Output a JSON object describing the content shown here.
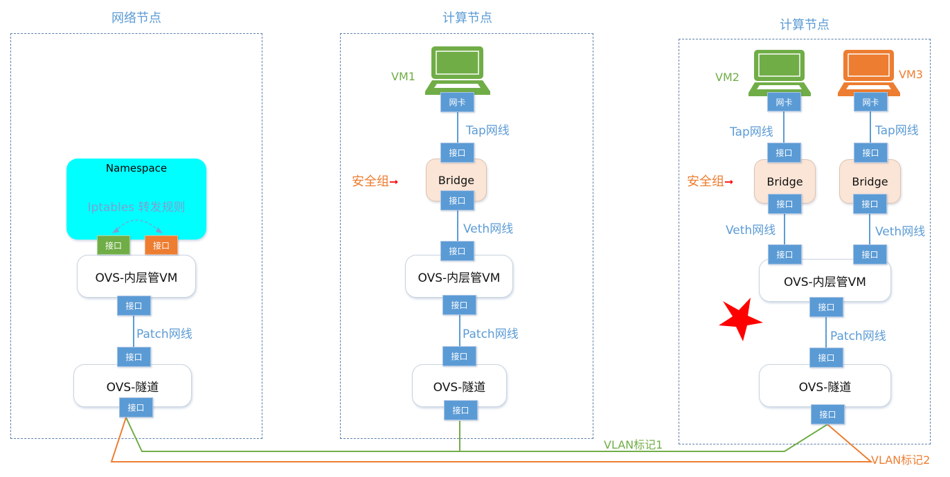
{
  "colors": {
    "accent_blue": "#5b9bd5",
    "green": "#70ad47",
    "orange": "#ed7d31",
    "namespace_fill": "#00ffff",
    "bridge_fill": "#fbe5d6",
    "arrow_red": "#ff0000",
    "star_red": "#ff0000"
  },
  "network_node": {
    "title": "网络节点",
    "namespace": {
      "title": "Namespace",
      "rule": "Iptables 转发规则",
      "iface_left": "接口",
      "iface_right": "接口"
    },
    "ovs_inner": {
      "label": "OVS-内层管VM",
      "iface_bottom": "接口"
    },
    "patch_label": "Patch网线",
    "ovs_tunnel": {
      "label": "OVS-隧道",
      "iface_top": "接口",
      "iface_bottom": "接口"
    }
  },
  "compute_node_1": {
    "title": "计算节点",
    "vm": {
      "label": "VM1",
      "nic": "网卡",
      "color": "green"
    },
    "tap_label": "Tap网线",
    "security_group_label": "安全组",
    "bridge": {
      "label": "Bridge",
      "iface_top": "接口",
      "iface_bottom": "接口"
    },
    "veth_label": "Veth网线",
    "ovs_inner": {
      "label": "OVS-内层管VM",
      "iface_top": "接口",
      "iface_bottom": "接口"
    },
    "patch_label": "Patch网线",
    "ovs_tunnel": {
      "label": "OVS-隧道",
      "iface_top": "接口",
      "iface_bottom": "接口"
    }
  },
  "compute_node_2": {
    "title": "计算节点",
    "vm_left": {
      "label": "VM2",
      "nic": "网卡",
      "color": "green"
    },
    "vm_right": {
      "label": "VM3",
      "nic": "网卡",
      "color": "orange"
    },
    "tap_label_left": "Tap网线",
    "tap_label_right": "Tap网线",
    "security_group_label": "安全组",
    "bridge_left": {
      "label": "Bridge",
      "iface_top": "接口",
      "iface_bottom": "接口"
    },
    "bridge_right": {
      "label": "Bridge",
      "iface_top": "接口",
      "iface_bottom": "接口"
    },
    "veth_label_left": "Veth网线",
    "veth_label_right": "Veth网线",
    "ovs_inner": {
      "label": "OVS-内层管VM",
      "iface_top_left": "接口",
      "iface_top_right": "接口",
      "iface_bottom": "接口"
    },
    "patch_label": "Patch网线",
    "ovs_tunnel": {
      "label": "OVS-隧道",
      "iface_top": "接口",
      "iface_bottom": "接口"
    },
    "star_marker": "star-icon"
  },
  "vlan": {
    "tag1": "VLAN标记1",
    "tag2": "VLAN标记2"
  }
}
